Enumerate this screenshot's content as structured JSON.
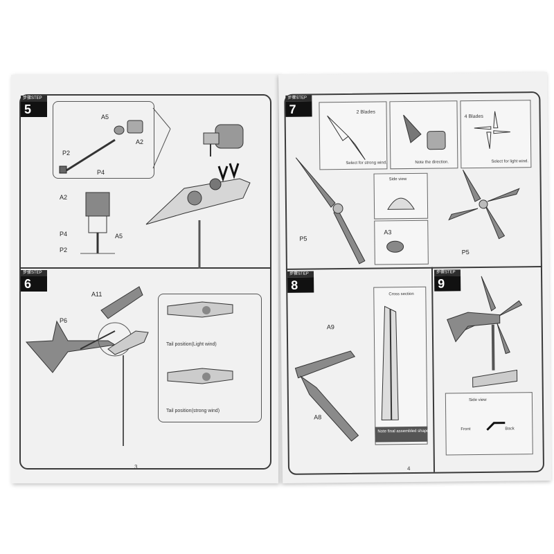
{
  "left_page": {
    "step5": {
      "top": "步骤STEP",
      "num": "5",
      "labels": [
        "A5",
        "A2",
        "P2",
        "P4",
        "A2",
        "P4",
        "A5",
        "P2"
      ]
    },
    "step6": {
      "top": "步骤STEP",
      "num": "6",
      "labels": [
        "A11",
        "P6"
      ],
      "tail_light": "Tail position(Light wind)",
      "tail_strong": "Tail position(strong wind)"
    },
    "page_number": "3"
  },
  "right_page": {
    "step7": {
      "top": "步骤STEP",
      "num": "7",
      "two_blades": "2 Blades",
      "strong_note": "Select for strong wind.",
      "direction_note": "Note the direction.",
      "four_blades": "4 Blades",
      "light_note": "Select for light wind.",
      "side_view": "Side view",
      "labels": [
        "P5",
        "A3",
        "P5"
      ]
    },
    "step8": {
      "top": "步骤STEP",
      "num": "8",
      "cross_section": "Cross section",
      "labels": [
        "A9",
        "A8"
      ],
      "note": "Note final assembled shape."
    },
    "step9": {
      "top": "步骤STEP",
      "num": "9",
      "side_view": "Side view",
      "front": "Front",
      "back": "Back"
    },
    "page_number": "4"
  }
}
